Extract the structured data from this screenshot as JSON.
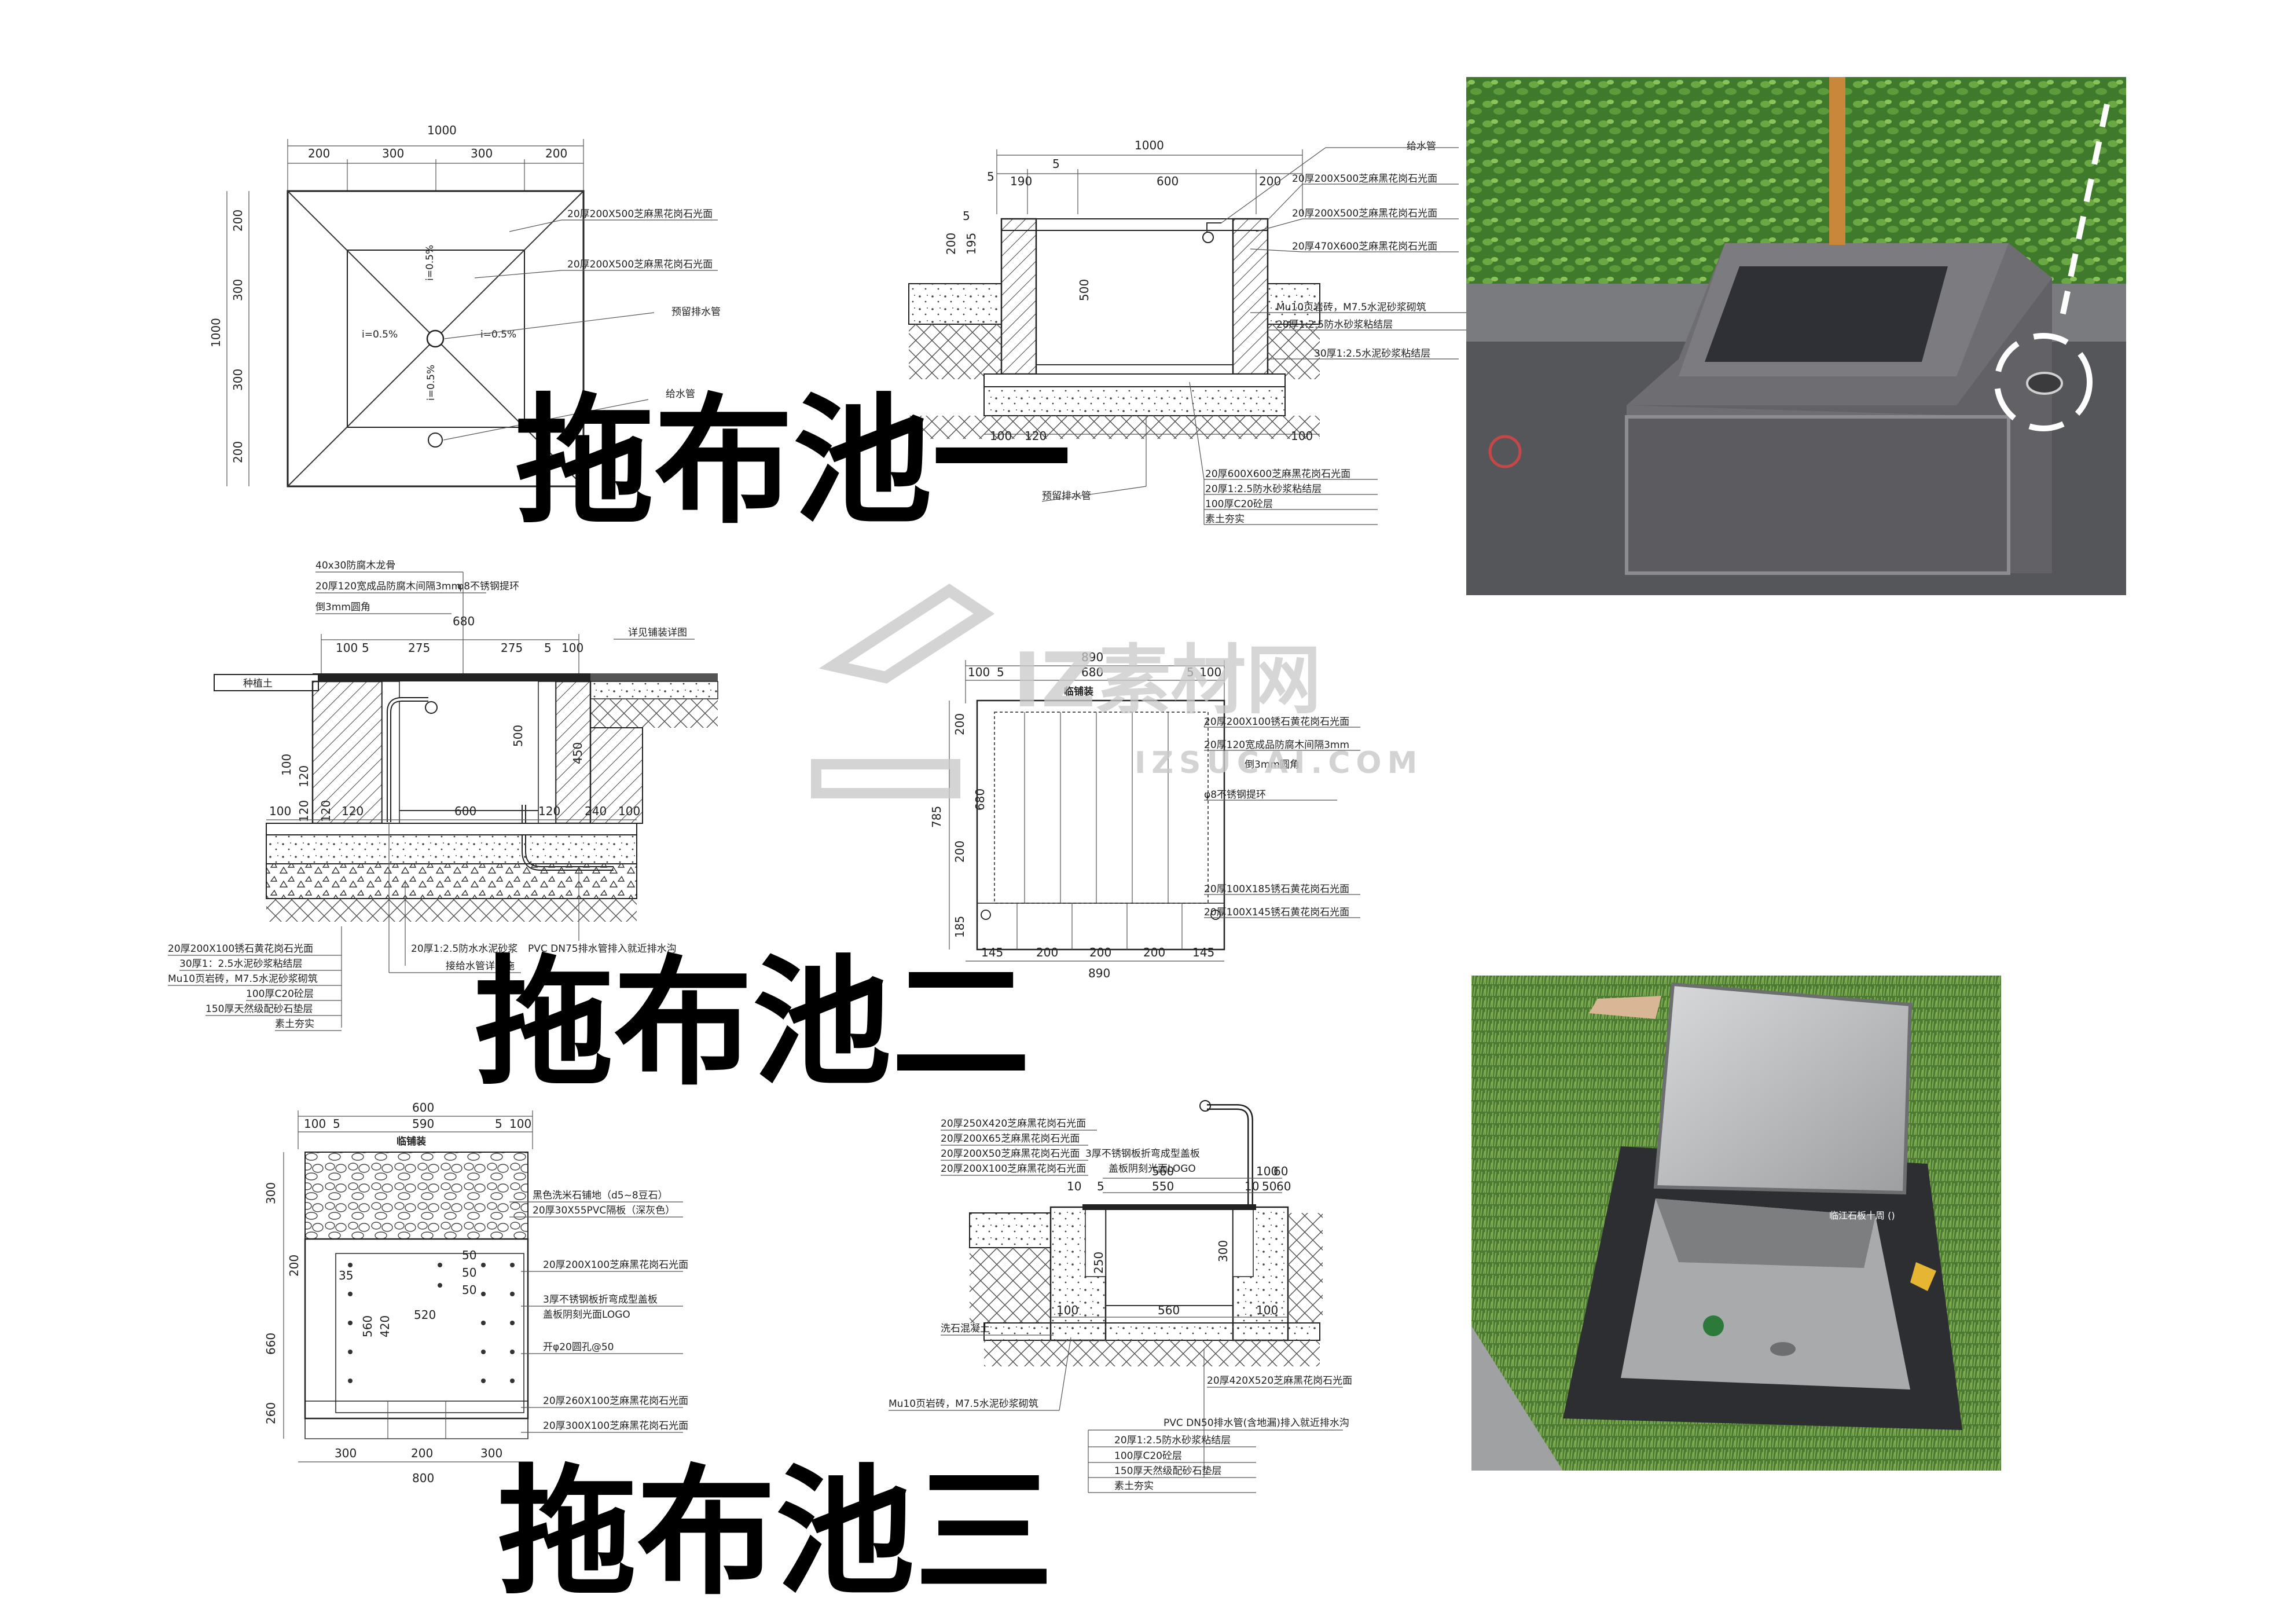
{
  "titles": {
    "pool1": "拖布池一",
    "pool2": "拖布池二",
    "pool3": "拖布池三"
  },
  "watermark": {
    "brand": "IZ素材网",
    "url": "IZSUCAI.COM"
  },
  "colors": {
    "stone": "#6e6e72",
    "hedge": "#3f7a2c",
    "grass": "#4d7a33",
    "steel": "#b8b9bb"
  },
  "pool1": {
    "plan_top_dims": [
      "1000",
      "200",
      "300",
      "300",
      "200"
    ],
    "plan_side_dims": [
      "1000",
      "200",
      "300",
      "300",
      "200"
    ],
    "slopes": [
      "i=0.5%",
      "i=0.5%",
      "i=0.5%",
      "i=0.5%"
    ],
    "plan_notes": [
      "20厚200X500芝麻黑花岗石光面",
      "20厚200X500芝麻黑花岗石光面",
      "预留排水管",
      "给水管"
    ],
    "section_top_dims": [
      "1000",
      "5",
      "5",
      "190",
      "600",
      "200"
    ],
    "section_side_dims": [
      "5",
      "195",
      "200",
      "500"
    ],
    "section_bottom_dims": [
      "100",
      "120",
      "100"
    ],
    "section_notes": [
      "给水管",
      "20厚200X500芝麻黑花岗石光面",
      "20厚200X500芝麻黑花岗石光面",
      "20厚470X600芝麻黑花岗石光面",
      "Mu10页岩砖，M7.5水泥砂浆砌筑",
      "20厚1:2.5防水砂浆粘结层",
      "30厚1:2.5水泥砂浆粘结层",
      "20厚600X600芝麻黑花岗石光面",
      "20厚1:2.5防水砂浆粘结层",
      "100厚C20砼层",
      "素土夯实",
      "预留排水管"
    ]
  },
  "pool2": {
    "section_top_notes": [
      "40x30防腐木龙骨",
      "20厚120宽成品防腐木间隔3mm",
      "φ8不锈钢提环",
      "倒3mm圆角",
      "详见铺装详图"
    ],
    "section_top_dims": [
      "680",
      "100",
      "5",
      "275",
      "275",
      "5",
      "100"
    ],
    "section_labels": [
      "种植土"
    ],
    "section_side_dims": [
      "500",
      "450",
      "120",
      "100",
      "120",
      "120"
    ],
    "section_bottom_dims": [
      "100",
      "120",
      "600",
      "120",
      "240",
      "100"
    ],
    "section_notes": [
      "20厚200X100锈石黄花岗石光面",
      "30厚1：2.5水泥砂浆粘结层",
      "Mu10页岩砖，M7.5水泥砂浆砌筑",
      "100厚C20砼层",
      "150厚天然级配砂石垫层",
      "素土夯实",
      "20厚1:2.5防水水泥砂浆",
      "PVC DN75排水管排入就近排水沟",
      "接给水管详水施"
    ],
    "plan_top_dims": [
      "890",
      "680",
      "100",
      "5",
      "5",
      "100"
    ],
    "plan_label": "临铺装",
    "plan_side_dims": [
      "785",
      "200",
      "680",
      "200",
      "185"
    ],
    "plan_bottom_dims": [
      "145",
      "200",
      "200",
      "200",
      "145",
      "890"
    ],
    "plan_notes": [
      "20厚200X100锈石黄花岗石光面",
      "20厚120宽成品防腐木间隔3mm",
      "倒3mm圆角",
      "φ8不锈钢提环",
      "20厚100X185锈石黄花岗石光面",
      "20厚100X145锈石黄花岗石光面"
    ]
  },
  "pool3": {
    "plan_top_dims": [
      "600",
      "590",
      "100",
      "5",
      "5",
      "100"
    ],
    "plan_label": "临铺装",
    "plan_side_dims": [
      "300",
      "200",
      "660",
      "260"
    ],
    "plan_inner_dims": [
      "560",
      "420",
      "520",
      "50",
      "50",
      "50",
      "35"
    ],
    "plan_bottom_dims": [
      "300",
      "200",
      "300",
      "800"
    ],
    "plan_notes": [
      "黑色洗米石铺地（d5~8豆石）",
      "20厚30X55PVC隔板（深灰色）",
      "20厚200X100芝麻黑花岗石光面",
      "3厚不锈钢板折弯成型盖板",
      "盖板阴刻光面LOGO",
      "开φ20圆孔@50",
      "20厚260X100芝麻黑花岗石光面",
      "20厚300X100芝麻黑花岗石光面"
    ],
    "section_top_notes": [
      "20厚250X420芝麻黑花岗石光面",
      "20厚200X65芝麻黑花岗石光面",
      "20厚200X50芝麻黑花岗石光面",
      "3厚不锈钢板折弯成型盖板",
      "20厚200X100芝麻黑花岗石光面",
      "盖板阴刻光面LOGO"
    ],
    "section_top_dims": [
      "560",
      "550",
      "5",
      "100",
      "60",
      "10",
      "50",
      "60",
      "10"
    ],
    "section_side_dims": [
      "250",
      "300",
      "100",
      "560",
      "100"
    ],
    "section_notes": [
      "洗石混凝土",
      "Mu10页岩砖，M7.5水泥砂浆砌筑",
      "20厚420X520芝麻黑花岗石光面",
      "PVC DN50排水管(含地漏)排入就近排水沟",
      "20厚1:2.5防水砂浆粘结层",
      "100厚C20砼层",
      "150厚天然级配砂石垫层",
      "素土夯实"
    ]
  },
  "photo2": {
    "label": "临江石板十周 ()"
  }
}
